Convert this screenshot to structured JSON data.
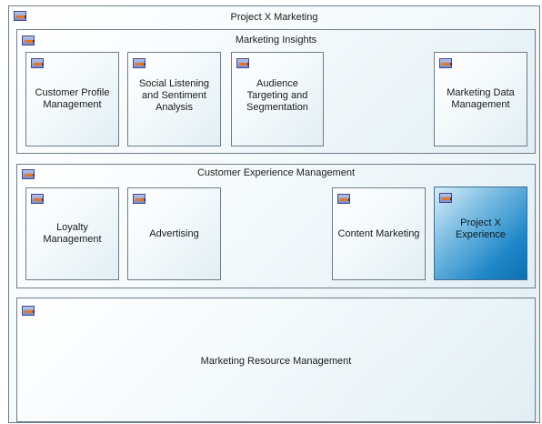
{
  "root": {
    "title": "Project X Marketing",
    "icon": "capability-icon"
  },
  "groups": [
    {
      "title": "Marketing Insights",
      "capabilities": [
        {
          "label": "Customer Profile\nManagement"
        },
        {
          "label": "Social Listening\nand Sentiment\nAnalysis"
        },
        {
          "label": "Audience\nTargeting and\nSegmentation"
        },
        {
          "label": "Marketing Data\nManagement"
        }
      ]
    },
    {
      "title": "Customer Experience Management",
      "capabilities": [
        {
          "label": "Loyalty\nManagement"
        },
        {
          "label": "Advertising"
        },
        {
          "label": "Content Marketing"
        },
        {
          "label": "Project X\nExperience",
          "highlighted": true
        }
      ]
    },
    {
      "title": "Marketing Resource Management",
      "capabilities": []
    }
  ],
  "colors": {
    "border": "#6f7d88",
    "box_fill": "#eaf3f6",
    "highlight": "#1e86c7",
    "icon": "#7f8dc8"
  }
}
